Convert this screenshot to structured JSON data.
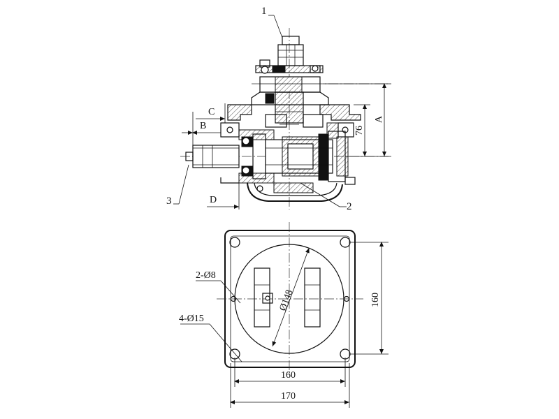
{
  "parts": {
    "part1": "1",
    "part2": "2",
    "part3": "3"
  },
  "side_view_dims": {
    "A": "A",
    "B": "B",
    "C": "C",
    "D": "D",
    "d76": "76"
  },
  "flange_view_dims": {
    "holes_small": "2-Ø8",
    "holes_large": "4-Ø15",
    "bore_dia": "Ø148",
    "height": "160",
    "bolt_span": "160",
    "overall_width": "170"
  }
}
